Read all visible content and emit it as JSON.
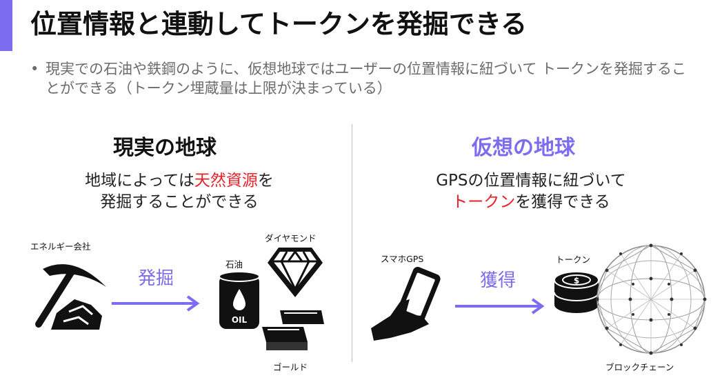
{
  "header": {
    "title": "位置情報と連動してトークンを発掘できる",
    "accent_color": "#7b6cf0"
  },
  "bullet": {
    "text": "現実での石油や鉄鋼のように、仮想地球ではユーザーの位置情報に紐づいて トークンを発掘することができる（トークン埋蔵量は上限が決まっている）"
  },
  "left": {
    "heading": "現実の地球",
    "line1_before": "地域によっては",
    "line1_red": "天然資源",
    "line1_after": "を",
    "line2": "発掘することができる",
    "actor_label": "エネルギー会社",
    "arrow_label": "発掘",
    "oil_label": "石油",
    "oil_drum_text": "OIL",
    "diamond_label": "ダイヤモンド",
    "gold_label": "ゴールド",
    "actor_icon": "pickaxe-icon",
    "oil_icon": "oil-barrel-icon",
    "diamond_icon": "diamond-icon",
    "gold_icon": "gold-bars-icon"
  },
  "right": {
    "heading": "仮想の地球",
    "heading_color": "#7b6cf0",
    "line1": "GPSの位置情報に紐づいて",
    "line2_red": "トークン",
    "line2_after": "を獲得できる",
    "actor_label": "スマホGPS",
    "arrow_label": "獲得",
    "token_label": "トークン",
    "blockchain_label": "ブロックチェーン",
    "actor_icon": "smartphone-hand-icon",
    "token_icon": "coin-stack-icon",
    "blockchain_icon": "network-globe-icon"
  },
  "colors": {
    "accent": "#7b6cf0",
    "highlight": "#e8202a"
  }
}
